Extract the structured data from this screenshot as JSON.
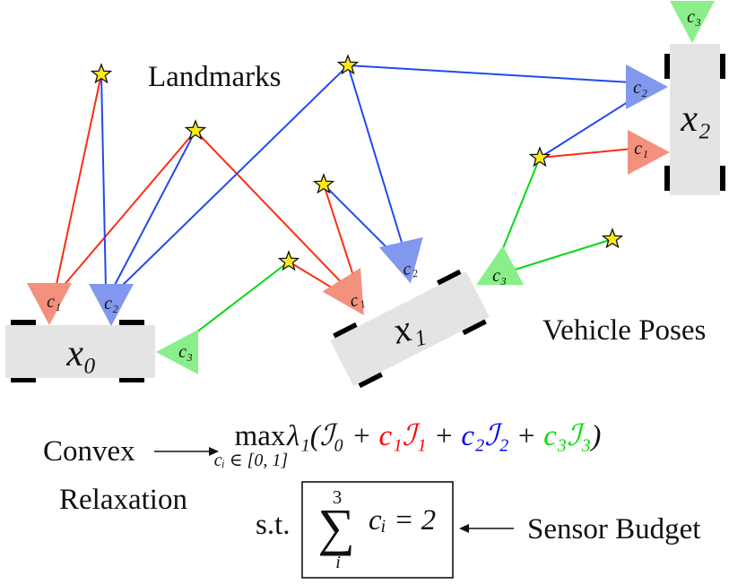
{
  "colors": {
    "red_sensor_fill": "#f4907e",
    "blue_sensor_fill": "#8297ee",
    "green_sensor_fill": "#8aef8a",
    "red_line": "#fa2d12",
    "blue_line": "#2448f0",
    "green_line": "#00d916",
    "vehicle_body": "#e4e4e4",
    "wheel_black": "#000000",
    "star_yellow": "#ffe81a",
    "formula_red": "#ff0000",
    "formula_blue": "#0000ee",
    "formula_green": "#00dd00"
  },
  "diagram": {
    "landmarks_label": "Landmarks",
    "vehicle_poses_label": "Vehicle Poses",
    "vehicles": [
      {
        "label": "x₀",
        "sensors": [
          {
            "label": "c₁"
          },
          {
            "label": "c₂"
          },
          {
            "label": "c₃"
          }
        ]
      },
      {
        "label": "x₁",
        "sensors": [
          {
            "label": "c₁"
          },
          {
            "label": "c₂"
          },
          {
            "label": "c₃"
          }
        ]
      },
      {
        "label": "x₂",
        "sensors": [
          {
            "label": "c₁"
          },
          {
            "label": "c₂"
          },
          {
            "label": "c₃"
          }
        ]
      }
    ]
  },
  "formula": {
    "convex_line1": "Convex",
    "convex_line2": "Relaxation",
    "max_operator": "max",
    "max_constraint": "cᵢ ∈ [0, 1]",
    "objective_prefix": "λ₁(ℐ₀",
    "plus": " + ",
    "objective_red": "c₁ℐ₁",
    "objective_blue": "c₂ℐ₂",
    "objective_green": "c₃ℐ₃",
    "objective_close": ")",
    "st_label": "s.t.",
    "sum_upper_limit": "3",
    "sum_symbol": "∑",
    "sum_index": "i",
    "constraint_expr": "cᵢ = 2",
    "budget_label": "Sensor Budget"
  }
}
